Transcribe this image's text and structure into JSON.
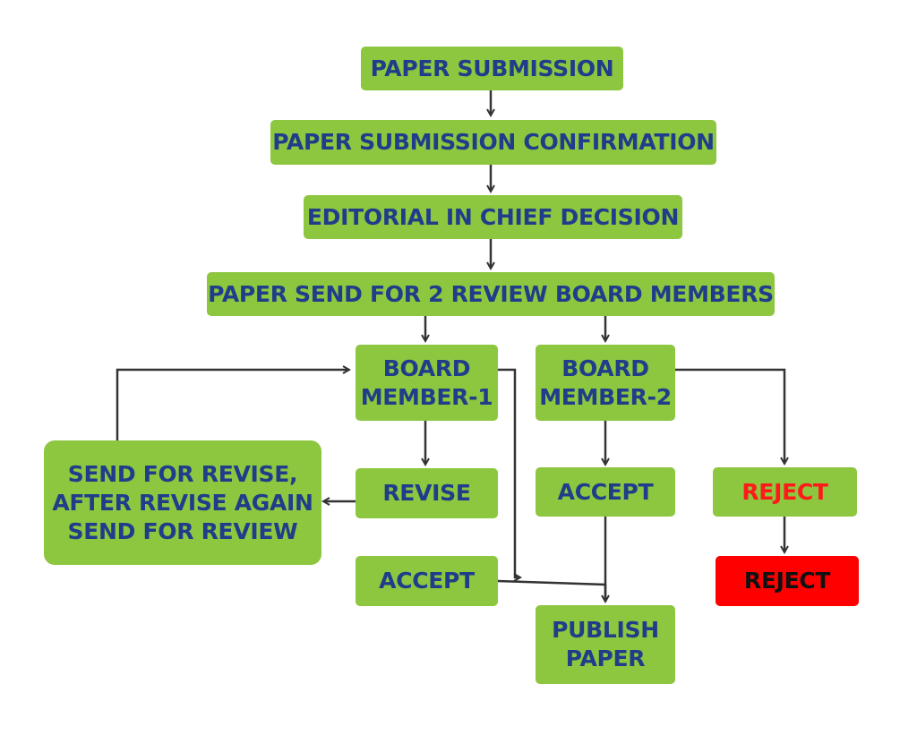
{
  "nodes": {
    "paper_submission": "PAPER SUBMISSION",
    "submission_confirmation": "PAPER SUBMISSION CONFIRMATION",
    "editorial_decision": "EDITORIAL IN CHIEF DECISION",
    "send_for_review": "PAPER SEND FOR 2 REVIEW BOARD MEMBERS",
    "board_member_1": [
      "BOARD",
      "MEMBER-1"
    ],
    "board_member_2": [
      "BOARD",
      "MEMBER-2"
    ],
    "revise": "REVISE",
    "send_for_revise": [
      "SEND FOR REVISE,",
      "AFTER REVISE AGAIN",
      "SEND FOR REVIEW"
    ],
    "accept_1": "ACCEPT",
    "accept_2": "ACCEPT",
    "reject_outcome": "REJECT",
    "reject_final": "REJECT",
    "publish_paper": [
      "PUBLISH",
      "PAPER"
    ]
  },
  "colors": {
    "box_fill": "#8dc63f",
    "box_text": "#1f3d8a",
    "reject_text": "#ff1a1a",
    "reject_box_fill": "#ff0000",
    "reject_box_text": "#111111",
    "connector": "#333333"
  }
}
